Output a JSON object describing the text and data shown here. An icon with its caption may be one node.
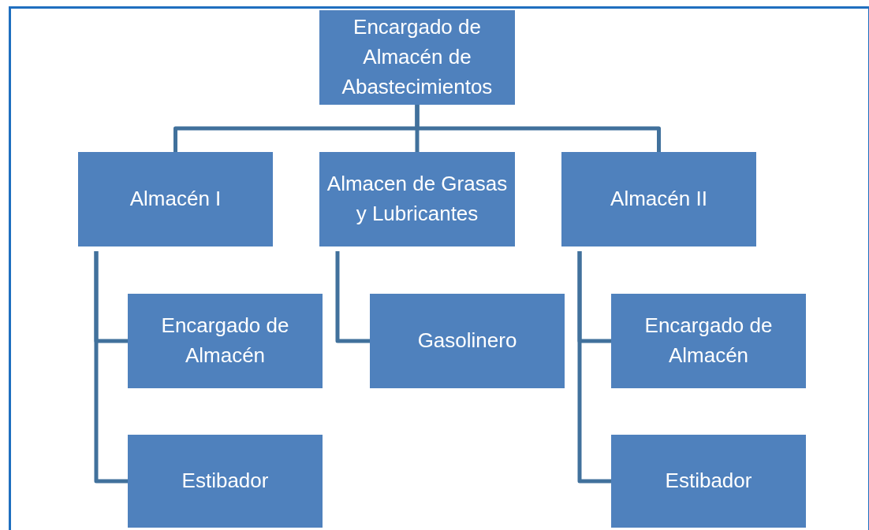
{
  "diagram": {
    "nodes": [
      {
        "text": [
          "Encargado de Almacén de Abastecimientos"
        ]
      },
      {
        "text": [
          "Almacén I"
        ]
      },
      {
        "text": [
          "Almacen de Grasas y Lubricantes"
        ]
      },
      {
        "text": [
          "Almacén II"
        ]
      },
      {
        "text": [
          "Encargado de Almacén"
        ]
      },
      {
        "text": [
          "Estibador"
        ]
      },
      {
        "text": [
          "Gasolinero"
        ]
      },
      {
        "text": [
          "Encargado de Almacén"
        ]
      },
      {
        "text": [
          "Estibador"
        ]
      }
    ],
    "edges": [
      {
        "from": 0,
        "to": 1,
        "arrow": "none"
      },
      {
        "from": 0,
        "to": 2,
        "arrow": "none"
      },
      {
        "from": 0,
        "to": 3,
        "arrow": "none"
      },
      {
        "from": 1,
        "to": 4,
        "arrow": "none"
      },
      {
        "from": 1,
        "to": 5,
        "arrow": "none"
      },
      {
        "from": 2,
        "to": 6,
        "arrow": "none"
      },
      {
        "from": 3,
        "to": 7,
        "arrow": "none"
      },
      {
        "from": 3,
        "to": 8,
        "arrow": "none"
      }
    ]
  }
}
